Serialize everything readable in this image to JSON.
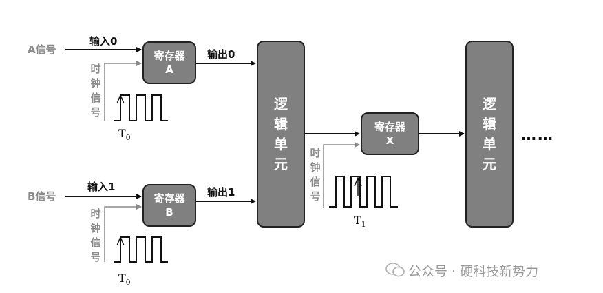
{
  "inputs": {
    "a_signal": "A信号",
    "b_signal": "B信号",
    "input0": "输入0",
    "input1": "输入1"
  },
  "outputs": {
    "output0": "输出0",
    "output1": "输出1"
  },
  "clock_label": [
    "时",
    "钟",
    "信",
    "号"
  ],
  "registers": {
    "a": {
      "title": "寄存器",
      "letter": "A"
    },
    "b": {
      "title": "寄存器",
      "letter": "B"
    },
    "x": {
      "title": "寄存器",
      "letter": "X"
    }
  },
  "logic_unit": [
    "逻",
    "辑",
    "单",
    "元"
  ],
  "clocks": {
    "t0": {
      "letter": "T",
      "sub": "0"
    },
    "t1": {
      "letter": "T",
      "sub": "1"
    }
  },
  "ellipsis": "……",
  "watermark": "公众号 · 硬科技新势力",
  "colors": {
    "box_fill": "#808080",
    "gray_line": "#8a8a8a",
    "black_line": "#111111"
  }
}
